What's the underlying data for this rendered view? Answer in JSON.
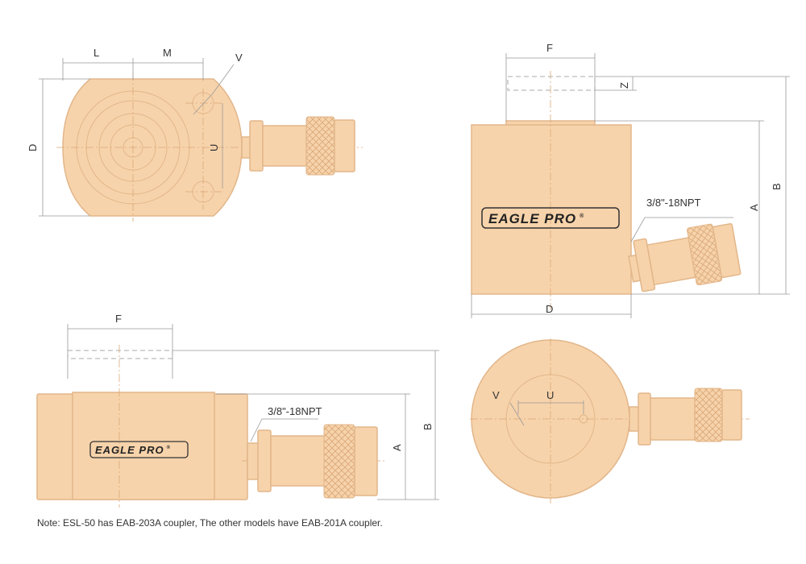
{
  "colors": {
    "body": "#f7d3ab",
    "outline": "#e2b68a",
    "dimension": "#999999"
  },
  "top_view": {
    "labels": {
      "L": "L",
      "M": "M",
      "V": "V",
      "D": "D",
      "U": "U"
    }
  },
  "front_view": {
    "labels": {
      "F": "F",
      "Z": "Z",
      "A": "A",
      "B": "B",
      "D": "D"
    },
    "thread": "3/8\"-18NPT",
    "logo": "EAGLE PRO",
    "logo_mark": "®"
  },
  "side_view": {
    "labels": {
      "F": "F",
      "A": "A",
      "B": "B"
    },
    "thread": "3/8\"-18NPT",
    "logo": "EAGLE PRO",
    "logo_mark": "®"
  },
  "bottom_view": {
    "labels": {
      "V": "V",
      "U": "U"
    }
  },
  "note": "Note: ESL-50 has EAB-203A coupler, The other models have EAB-201A coupler."
}
